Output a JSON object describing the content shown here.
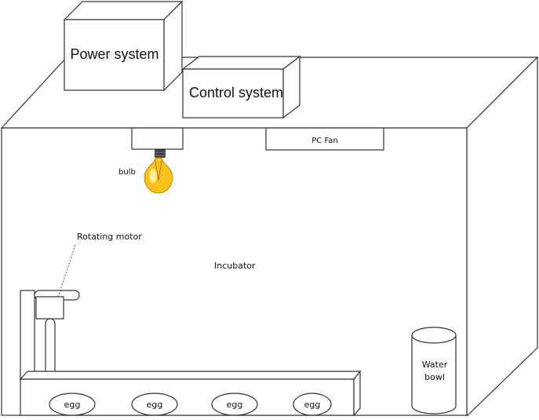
{
  "labels": {
    "power_system": "Power system",
    "control_system": "Control system",
    "pc_fan": "PC Fan",
    "bulb": "bulb",
    "rotating_motor": "Rotating motor",
    "incubator": "Incubator",
    "water_bowl_line1": "Water",
    "water_bowl_line2": "bowl",
    "eggs": [
      "egg",
      "egg",
      "egg",
      "egg"
    ]
  },
  "colors": {
    "stroke": "#333333",
    "bulb_glass": "#f6c21d",
    "bulb_highlight": "#fff3a8",
    "bulb_base": "#3a3a3a"
  }
}
